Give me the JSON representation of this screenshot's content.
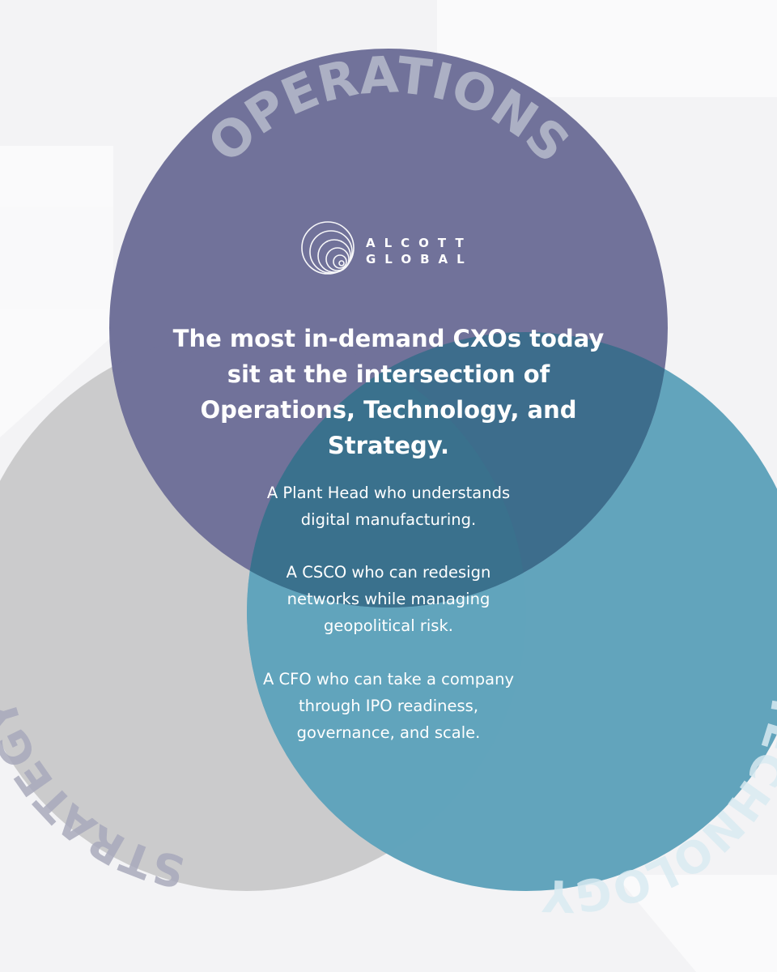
{
  "diagram": {
    "type": "venn",
    "sets": [
      {
        "label": "OPERATIONS",
        "color": "#71729a"
      },
      {
        "label": "TECHNOLOGY",
        "color": "#62a4bc"
      },
      {
        "label": "STRATEGY",
        "color": "#cbcbcc"
      }
    ],
    "center_color": "#3a738d"
  },
  "brand": {
    "line1": "ALCOTT",
    "line2": "GLOBAL",
    "logo_icon": "concentric-circles-logo-icon"
  },
  "content": {
    "headline_lines": [
      "The most in-demand CXOs today",
      "sit at the intersection of",
      "Operations, Technology, and",
      "Strategy."
    ],
    "paragraphs": [
      [
        "A Plant Head who understands",
        "digital manufacturing."
      ],
      [
        "A CSCO who can redesign",
        "networks while managing",
        "geopolitical risk."
      ],
      [
        "A CFO who can take a company",
        "through IPO readiness,",
        "governance, and scale."
      ]
    ]
  }
}
